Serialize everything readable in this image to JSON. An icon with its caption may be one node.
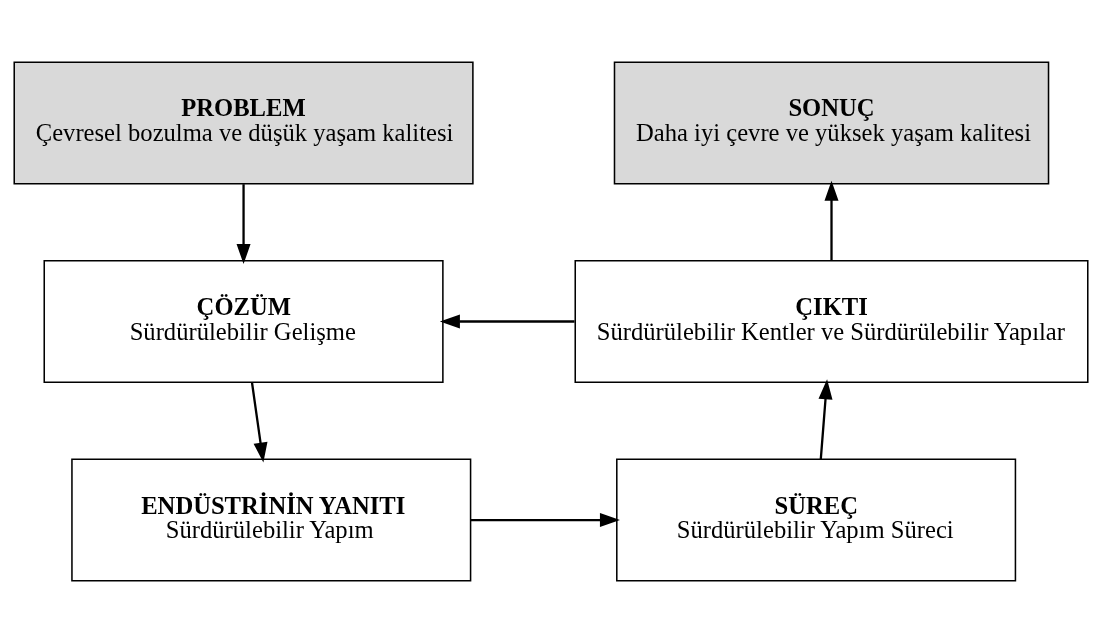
{
  "diagram": {
    "nodes": [
      {
        "text": [
          "PROBLEM",
          "Çevresel bozulma ve düşük yaşam kalitesi"
        ]
      },
      {
        "text": [
          "SONUÇ",
          "Daha iyi çevre ve yüksek yaşam kalitesi"
        ]
      },
      {
        "text": [
          "ÇÖZÜM",
          "Sürdürülebilir Gelişme"
        ]
      },
      {
        "text": [
          "ÇIKTI",
          "Sürdürülebilir Kentler ve Sürdürülebilir Yapılar"
        ]
      },
      {
        "text": [
          "ENDÜSTRİNİN YANITI",
          "Sürdürülebilir Yapım"
        ]
      },
      {
        "text": [
          "SÜREÇ",
          "Sürdürülebilir Yapım Süreci"
        ]
      }
    ],
    "edges": [
      {
        "from": 0,
        "to": 2,
        "arrow": "to"
      },
      {
        "from": 3,
        "to": 2,
        "arrow": "to"
      },
      {
        "from": 2,
        "to": 4,
        "arrow": "to"
      },
      {
        "from": 4,
        "to": 5,
        "arrow": "to"
      },
      {
        "from": 5,
        "to": 3,
        "arrow": "to"
      },
      {
        "from": 3,
        "to": 1,
        "arrow": "to"
      }
    ]
  }
}
